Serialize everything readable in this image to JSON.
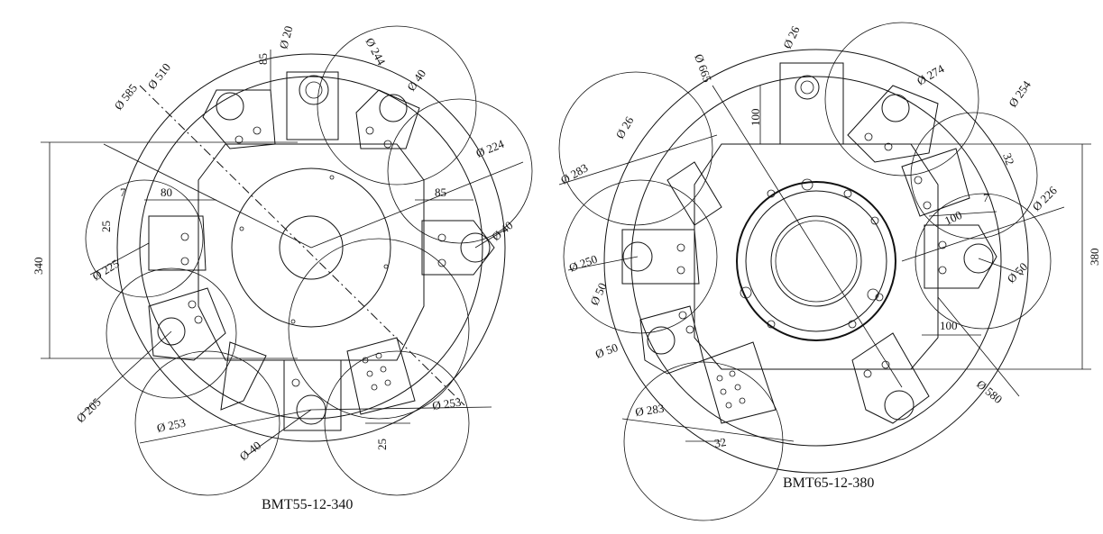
{
  "drawings": [
    {
      "title": "BMT55-12-340",
      "dimensions": {
        "d20": "Ø 20",
        "d244": "Ø 244",
        "d40a": "Ø 40",
        "h85": "85",
        "d510": "Ø 510",
        "d585": "Ø 585",
        "d224": "Ø 224",
        "w85": "85",
        "d40b": "Ø 40",
        "w7": "7",
        "w80": "80",
        "w25a": "25",
        "d225": "Ø 225",
        "h340": "340",
        "d205": "Ø 205",
        "d253a": "Ø 253",
        "d253b": "Ø 253",
        "d40c": "Ø 40",
        "w25b": "25"
      }
    },
    {
      "title": "BMT65-12-380",
      "dimensions": {
        "d26a": "Ø 26",
        "d665": "Ø 665",
        "h100a": "100",
        "d274": "Ø 274",
        "d254": "Ø 254",
        "d26b": "Ø 26",
        "d283a": "Ø 283",
        "w32a": "32",
        "w100b": "100",
        "w7": "7",
        "d226": "Ø 226",
        "d250": "Ø 250",
        "d50a": "Ø 50",
        "d50b": "Ø 50",
        "d50c": "Ø 50",
        "w100c": "100",
        "h380": "380",
        "d580": "Ø 580",
        "d283b": "Ø 283",
        "w32b": "32"
      }
    }
  ]
}
